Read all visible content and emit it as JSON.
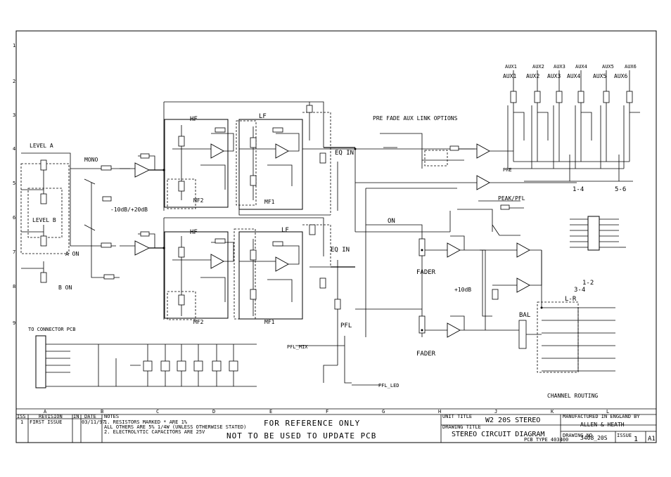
{
  "title_block": {
    "unit_title_label": "UNIT TITLE",
    "unit_title": "W2 20S STEREO",
    "drawing_title_label": "DRAWING TITLE",
    "drawing_title": "STEREO CIRCUIT DIAGRAM",
    "pcb_label": "PCB TYPE 403400",
    "manufacturer_label": "MANUFACTURED IN ENGLAND BY",
    "manufacturer": "ALLEN & HEATH",
    "drawing_no_label": "DRAWING NO",
    "drawing_no": "3408_20S",
    "issue_label": "ISSUE",
    "issue": "1",
    "sheet_size": "A1"
  },
  "revision_block": {
    "iss_label": "ISS",
    "revision_label": "REVISION",
    "initial_label": "IN",
    "date_label": "DATE",
    "row_iss": "1",
    "row_revision": "FIRST ISSUE",
    "row_date": "03/11/97"
  },
  "notes": {
    "label": "NOTES",
    "lines": [
      "1. RESISTORS MARKED * ARE 1%",
      "   ALL OTHERS ARE 5% 1/4W (UNLESS OTHERWISE STATED)",
      "2. ELECTROLYTIC CAPACITORS ARE 25V"
    ]
  },
  "warning": {
    "line1": "FOR REFERENCE ONLY",
    "line2": "NOT TO BE USED TO UPDATE PCB"
  },
  "grid": {
    "columns": [
      "A",
      "B",
      "C",
      "D",
      "E",
      "F",
      "G",
      "H",
      "J",
      "K",
      "L"
    ],
    "rows": [
      "1",
      "2",
      "3",
      "4",
      "5",
      "6",
      "7",
      "8",
      "9"
    ]
  },
  "labels": {
    "level_a": "LEVEL A",
    "level_b": "LEVEL B",
    "mono": "MONO",
    "a_on": "A ON",
    "b_on": "B ON",
    "gain_range": "-10dB/+20dB",
    "hf_top": "HF",
    "lf_top": "LF",
    "mf2_top": "MF2",
    "mf1_top": "MF1",
    "hf_bot": "HF",
    "lf_bot": "LF",
    "mf2_bot": "MF2",
    "mf1_bot": "MF1",
    "eq_in_top": "EQ IN",
    "eq_in_bot": "EQ IN",
    "pre_fade_aux": "PRE FADE AUX LINK OPTIONS",
    "aux": [
      "AUX1",
      "AUX2",
      "AUX3",
      "AUX4",
      "AUX5",
      "AUX6"
    ],
    "aux_buses": [
      "AUX1",
      "AUX2",
      "AUX3",
      "AUX4",
      "AUX5",
      "AUX6"
    ],
    "group_1_4": "1-4",
    "group_5_6": "5-6",
    "pre": "PRE",
    "peak_pfl": "PEAK/PFL",
    "on": "ON",
    "fader_top": "FADER",
    "fader_bot": "FADER",
    "plus10db": "+10dB",
    "pfl": "PFL",
    "bal": "BAL",
    "lr": "L-R",
    "route_1_2": "1-2",
    "route_3_4": "3-4",
    "channel_routing": "CHANNEL ROUTING",
    "to_connector": "TO CONNECTOR PCB",
    "pfl_mix": "PFL_MIX",
    "pfl_led": "PFL_LED"
  }
}
